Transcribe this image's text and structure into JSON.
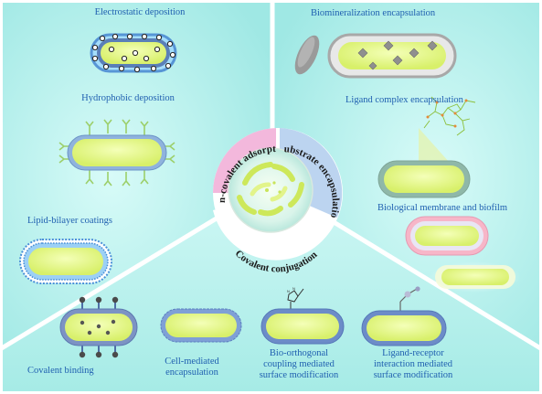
{
  "panels": {
    "non_covalent": {
      "title": "Non-covalent adsorption",
      "electrostatic": "Electrostatic deposition",
      "hydrophobic": "Hydrophobic deposition",
      "lipid_bilayer": "Lipid-bilayer coatings"
    },
    "substrate": {
      "title": "Substrate encapsulation",
      "biomineralization": "Biomineralization encapsulation",
      "ligand_complex": "Ligand complex encapsulation",
      "membrane_biofilm": "Biological membrane and biofilm"
    },
    "covalent": {
      "title": "Covalent conjugation",
      "binding": "Covalent binding",
      "cell_mediated": [
        "Cell-mediated",
        "encapsulation"
      ],
      "bio_orthogonal": [
        "Bio-orthogonal",
        "coupling mediated",
        "surface modification"
      ],
      "ligand_receptor": [
        "Ligand-receptor",
        "interaction mediated",
        "surface modification"
      ]
    }
  },
  "colors": {
    "background": "#bff3f0",
    "cell_fill": "#e6fb8c",
    "membrane": "#5a7fb8",
    "label": "#1f5fb0",
    "ring_pink": "#f3b8dc",
    "ring_blue": "#bcd4f0",
    "ring_white": "#ffffff"
  }
}
